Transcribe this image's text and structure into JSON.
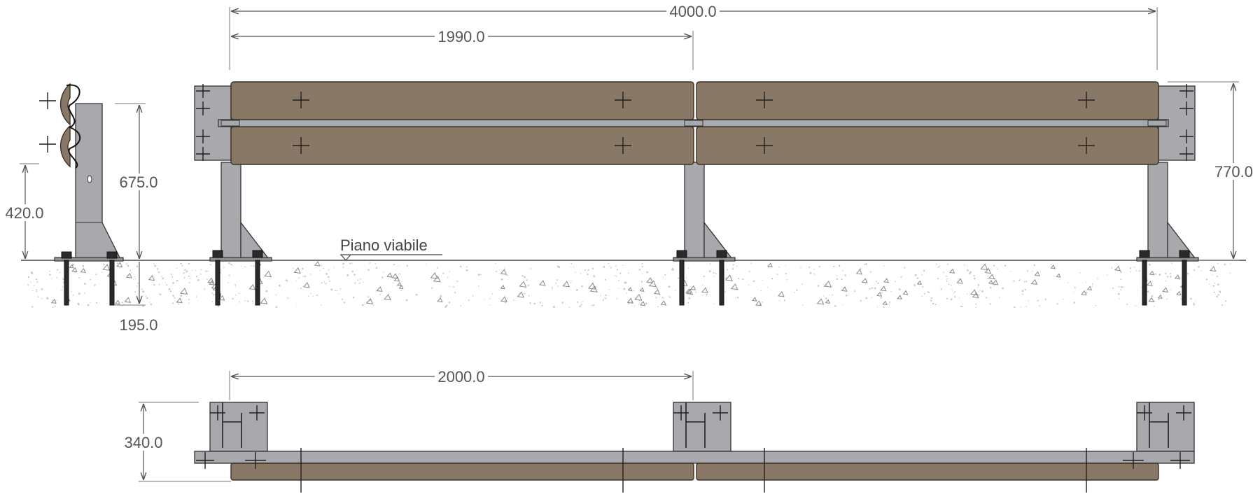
{
  "drawing": {
    "dimensions": {
      "total_length": "4000.0",
      "rail_length": "1990.0",
      "height_total": "770.0",
      "post_height": "675.0",
      "rail_height": "420.0",
      "anchor_depth": "195.0",
      "post_spacing": "2000.0",
      "plan_depth": "340.0"
    },
    "labels": {
      "road_level": "Piano viabile"
    },
    "colors": {
      "wood": "#8a7866",
      "steel": "#a9a9ad",
      "dimension": "#555555"
    }
  }
}
